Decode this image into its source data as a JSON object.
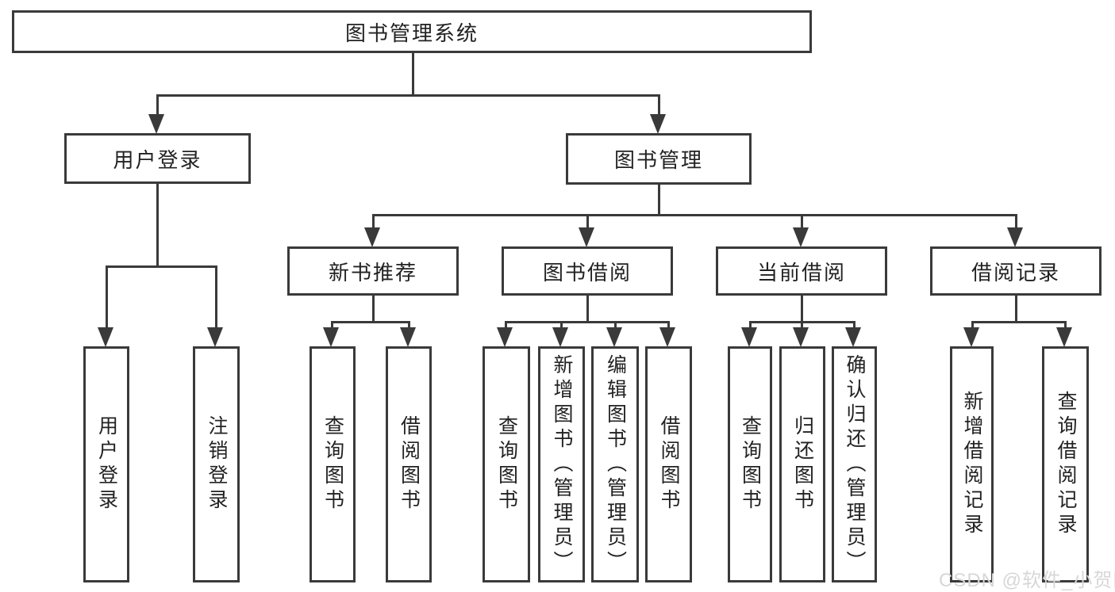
{
  "nodes": {
    "root": "图书管理系统",
    "user_login": "用户登录",
    "book_mgmt": "图书管理",
    "new_book_rec": "新书推荐",
    "book_borrow": "图书借阅",
    "current_borrow": "当前借阅",
    "borrow_records": "借阅记录",
    "leaf_user_login": "用户登录",
    "leaf_logout": "注销登录",
    "leaf_nb_query": "查询图书",
    "leaf_nb_borrow": "借阅图书",
    "leaf_bb_query": "查询图书",
    "leaf_bb_add": "新增图书（管理员）",
    "leaf_bb_edit": "编辑图书（管理员）",
    "leaf_bb_borrow": "借阅图书",
    "leaf_cb_query": "查询图书",
    "leaf_cb_return": "归还图书",
    "leaf_cb_confirm": "确认归还（管理员）",
    "leaf_br_add": "新增借阅记录",
    "leaf_br_query": "查询借阅记录"
  },
  "watermark": "CSDN @软件_小贺同学",
  "colors": {
    "line": "#3a3a3a",
    "text": "#222222",
    "watermark": "#d7d7d7",
    "background": "#ffffff"
  }
}
